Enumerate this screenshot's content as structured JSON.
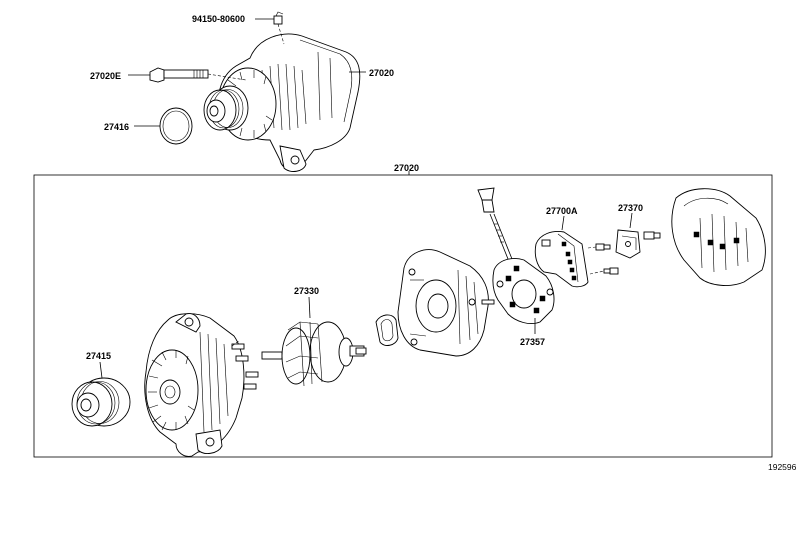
{
  "diagram": {
    "callouts": {
      "bolt_clip": "94150-80600",
      "long_bolt": "27020E",
      "alternator_assy_top": "27020",
      "cap": "27416",
      "frame_group": "27020",
      "rotor": "27330",
      "regulator": "27700A",
      "brush_holder": "27357",
      "rear_cover": "27370",
      "pulley": "27415"
    },
    "figure_id": "192596"
  }
}
